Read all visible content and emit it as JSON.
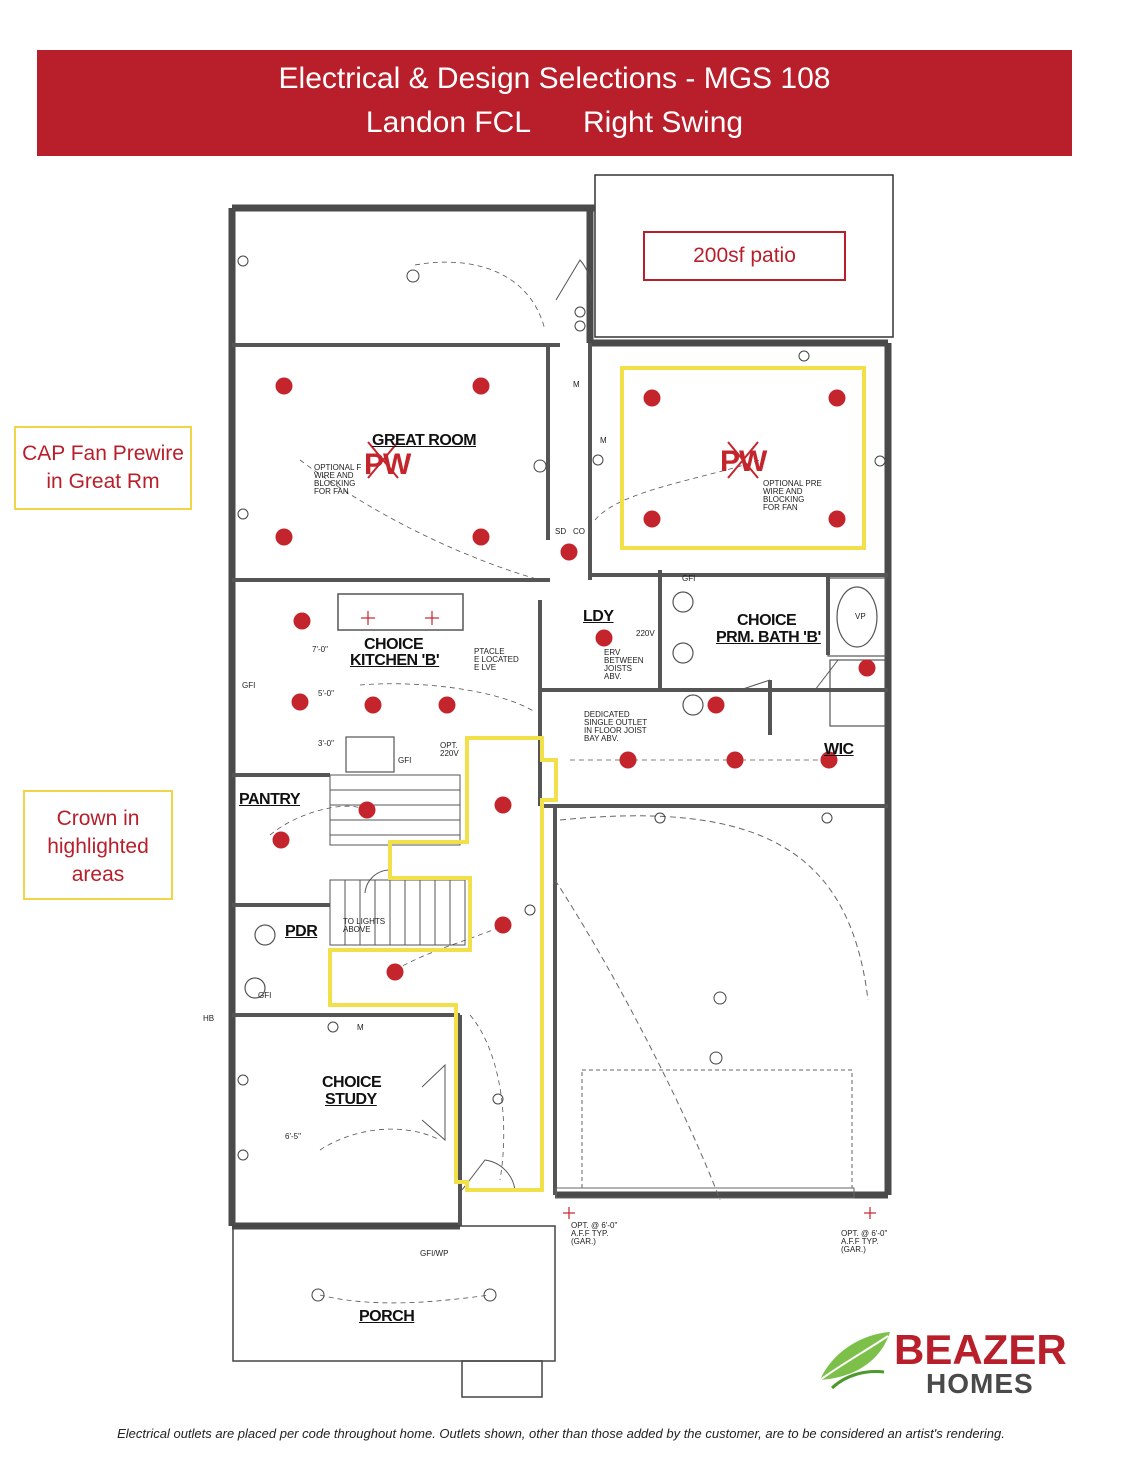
{
  "header": {
    "title": "Electrical & Design Selections - MGS 108",
    "plan_name": "Landon FCL",
    "swing": "Right Swing"
  },
  "callouts": {
    "fan_prewire": "CAP Fan Prewire in Great Rm",
    "crown": "Crown in highlighted areas",
    "patio": "200sf patio"
  },
  "rooms": {
    "great_room": "GREAT ROOM",
    "kitchen_l1": "CHOICE",
    "kitchen_l2": "KITCHEN 'B'",
    "laundry": "LDY",
    "bath_l1": "CHOICE",
    "bath_l2": "PRM. BATH 'B'",
    "wic": "WIC",
    "pantry": "PANTRY",
    "powder": "PDR",
    "study_l1": "CHOICE",
    "study_l2": "STUDY",
    "porch": "PORCH"
  },
  "markers": {
    "pw": "PW"
  },
  "notes": {
    "fan_note_great": "OPTIONAL F\nWIRE AND\nBLOCKING\nFOR FAN",
    "fan_note_bed": "OPTIONAL PRE\nWIRE AND\nBLOCKING\nFOR FAN",
    "receptacle": "PTACLE\nE LOCATED\nE LVE",
    "erv": "ERV\nBETWEEN\nJOISTS\nABV.",
    "dedicated": "DEDICATED\nSINGLE OUTLET\nIN FLOOR JOIST\nBAY ABV.",
    "lights_above": "TO LIGHTS\nABOVE",
    "gar_left": "OPT. @ 6'-0\"\nA.F.F TYP.\n(GAR.)",
    "gar_right": "OPT. @ 6'-0\"\nA.F.F TYP.\n(GAR.)",
    "gfi_wp": "GFI/WP",
    "dim_study": "6'-5\"",
    "opt_220v": "OPT.\n220V",
    "v220": "220V",
    "gfi": "GFI",
    "sd": "SD",
    "co": "CO",
    "vp": "VP",
    "m": "M",
    "hb": "HB",
    "dim_7": "7'-0\"",
    "dim_5": "5'-0\"",
    "dim_3": "3'-0\""
  },
  "brand": {
    "name": "BEAZER",
    "sub": "HOMES"
  },
  "footer": "Electrical outlets are placed per code throughout home. Outlets shown, other than those added by the customer, are to be considered an artist's rendering.",
  "colors": {
    "banner": "#b81f2a",
    "light_dot": "#c4252c",
    "crown": "#f2e04a",
    "wall": "#4a4a4a"
  }
}
